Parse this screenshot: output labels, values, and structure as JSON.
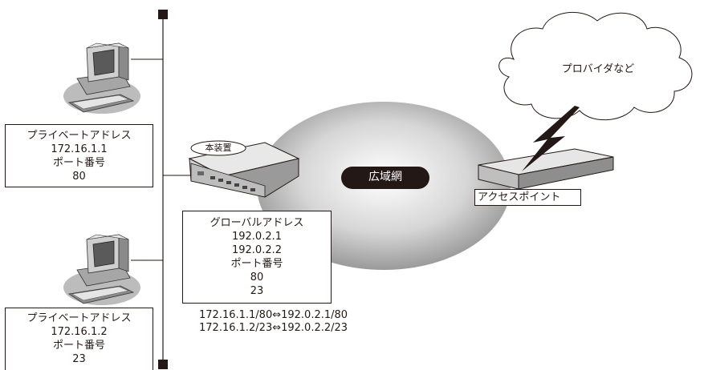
{
  "host1": {
    "title": "プライベートアドレス",
    "address": "172.16.1.1",
    "port_label": "ポート番号",
    "port": "80"
  },
  "host2": {
    "title": "プライベートアドレス",
    "address": "172.16.1.2",
    "port_label": "ポート番号",
    "port": "23"
  },
  "router": {
    "tag": "本装置"
  },
  "global": {
    "title": "グローバルアドレス",
    "address1": "192.0.2.1",
    "address2": "192.0.2.2",
    "port_label": "ポート番号",
    "port1": "80",
    "port2": "23"
  },
  "mappings": {
    "line1": "172.16.1.1/80⇔192.0.2.1/80",
    "line2": "172.16.1.2/23⇔192.0.2.2/23"
  },
  "wan": {
    "label": "広域網"
  },
  "access_point": {
    "label": "アクセスポイント"
  },
  "provider": {
    "label": "プロバイダなど"
  }
}
